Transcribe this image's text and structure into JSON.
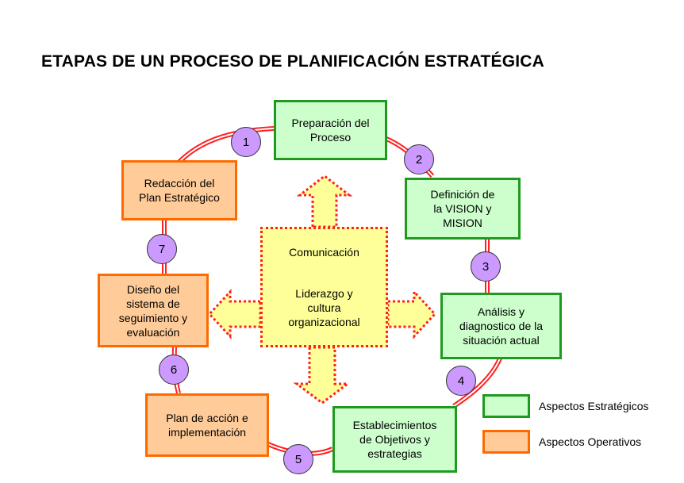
{
  "title": "ETAPAS DE UN PROCESO DE PLANIFICACIÓN ESTRATÉGICA",
  "colors": {
    "strategic_fill": "#ccffcc",
    "strategic_border": "#1f9a1f",
    "operative_fill": "#ffcc99",
    "operative_border": "#ff6a00",
    "step_circle": "#cc99ff",
    "center_fill": "#ffff99",
    "center_border": "#ff2020",
    "connector": "#ff2020"
  },
  "steps": [
    {
      "label": "Preparación del\nProceso",
      "type": "estrategico"
    },
    {
      "label": "Definición de\nla VISION y\nMISION",
      "type": "estrategico"
    },
    {
      "label": "Análisis y\ndiagnostico de la\nsituación actual",
      "type": "estrategico"
    },
    {
      "label": "Establecimientos\nde Objetivos y\nestrategias",
      "type": "estrategico"
    },
    {
      "label": "Plan de acción e\nimplementación",
      "type": "operativo"
    },
    {
      "label": "Diseño del\nsistema de\nseguimiento y\nevaluación",
      "type": "operativo"
    },
    {
      "label": "Redacción del\nPlan Estratégico",
      "type": "operativo"
    }
  ],
  "numbers": [
    "1",
    "2",
    "3",
    "4",
    "5",
    "6",
    "7"
  ],
  "center": {
    "comunicacion": "Comunicación",
    "liderazgo": "Liderazgo y\ncultura\norganizacional"
  },
  "legend": {
    "estrategicos": "Aspectos Estratégicos",
    "operativos": "Aspectos Operativos"
  }
}
